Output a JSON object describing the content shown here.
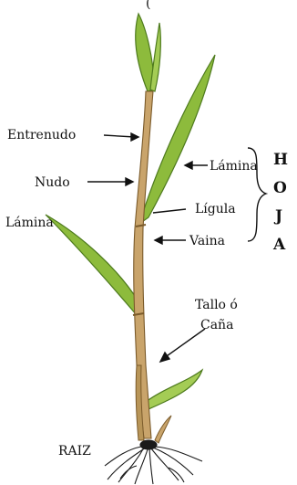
{
  "header_partial": "(",
  "labels": {
    "entrenudo": "Entrenudo",
    "nudo": "Nudo",
    "lamina_left": "Lámina",
    "lamina_right": "Lámina",
    "ligula": "Lígula",
    "vaina": "Vaina",
    "tallo_line1": "Tallo ó",
    "tallo_line2": "Caña",
    "raiz": "RAIZ"
  },
  "hoja_letters": [
    "H",
    "O",
    "J",
    "A"
  ],
  "colors": {
    "leaf_green": "#8dbb3c",
    "leaf_dark": "#4d7a1d",
    "stem_tan": "#c9a46b",
    "root": "#1a1a1a"
  }
}
